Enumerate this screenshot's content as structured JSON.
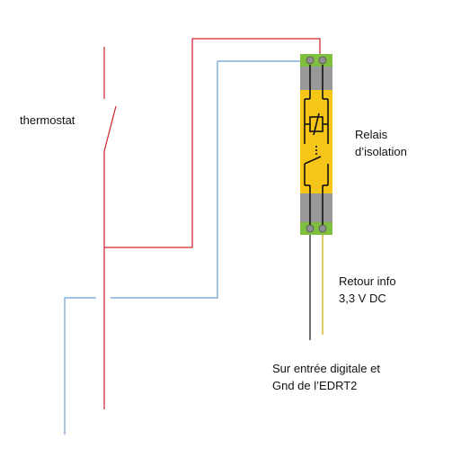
{
  "labels": {
    "thermostat": "thermostat",
    "relay_line1": "Relais",
    "relay_line2": "d’isolation",
    "retour_line1": "Retour info",
    "retour_line2": "3,3 V DC",
    "entree_line1": "Sur entrée digitale et",
    "entree_line2": "Gnd de l’EDRT2"
  },
  "colors": {
    "red_wire": "#d0202a",
    "blue_wire": "#6a9fd4",
    "black_wire": "#111111",
    "yellow_wire": "#c8a800",
    "relay_body": "#f5c518",
    "relay_terminal": "#7fbf3f",
    "relay_grey": "#999999"
  }
}
